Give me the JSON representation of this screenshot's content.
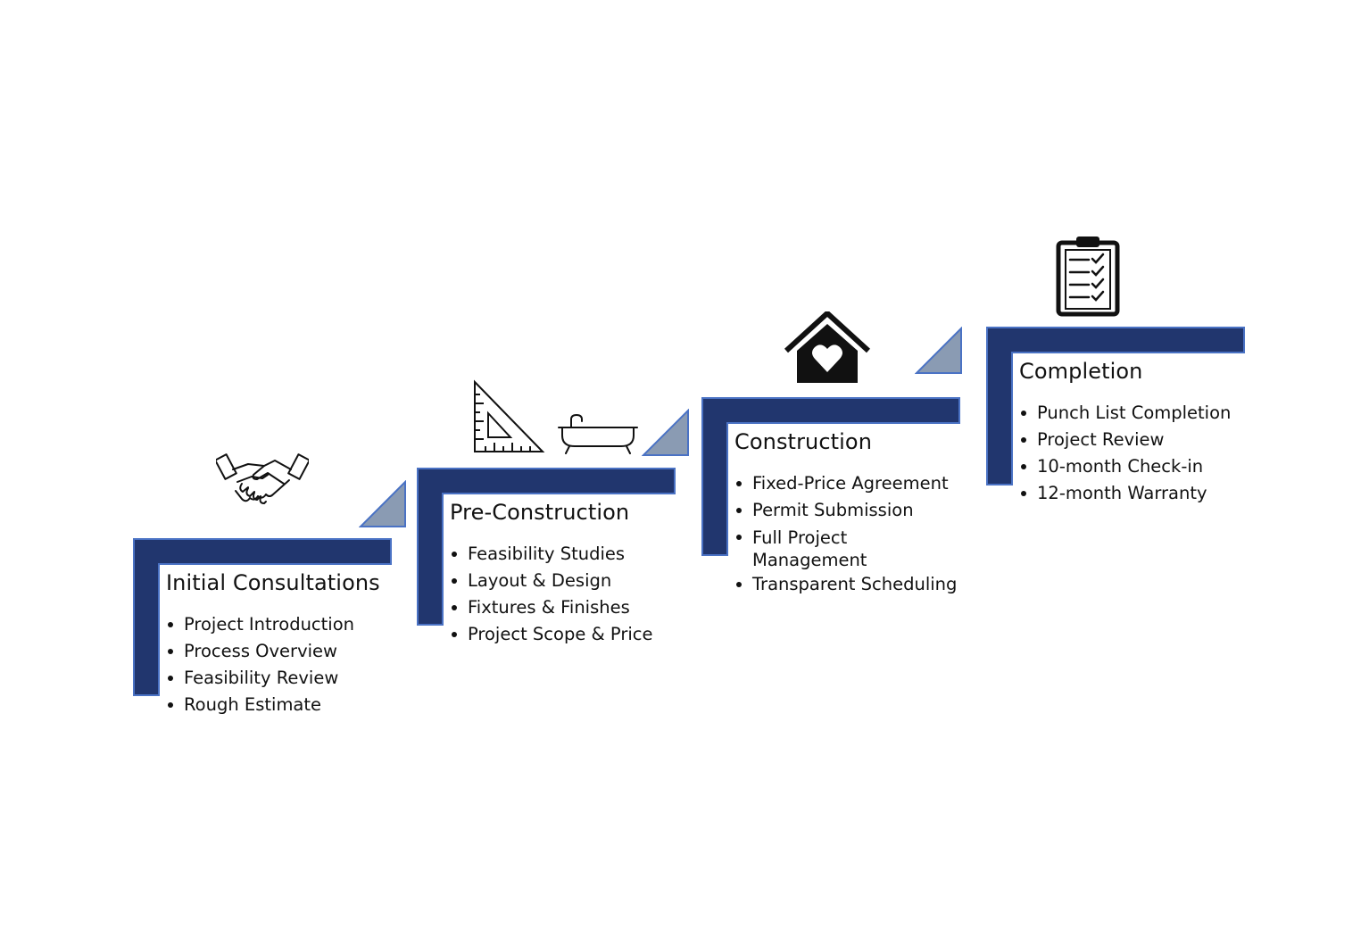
{
  "colors": {
    "bar_fill": "#21366e",
    "bar_border": "#4a72c4",
    "triangle_fill": "#8a9bb3"
  },
  "steps": [
    {
      "title": "Initial Consultations",
      "icon": "handshake-icon",
      "items": [
        "Project Introduction",
        "Process Overview",
        "Feasibility Review",
        "Rough Estimate"
      ]
    },
    {
      "title": "Pre-Construction",
      "icon": "set-square-and-bathtub-icons",
      "items": [
        "Feasibility Studies",
        "Layout & Design",
        "Fixtures & Finishes",
        "Project Scope & Price"
      ]
    },
    {
      "title": "Construction",
      "icon": "house-heart-icon",
      "items": [
        "Fixed-Price Agreement",
        "Permit Submission",
        "Full Project Management",
        "Transparent Scheduling"
      ]
    },
    {
      "title": "Completion",
      "icon": "clipboard-checklist-icon",
      "items": [
        "Punch List Completion",
        "Project Review",
        "10-month Check-in",
        "12-month Warranty"
      ]
    }
  ]
}
